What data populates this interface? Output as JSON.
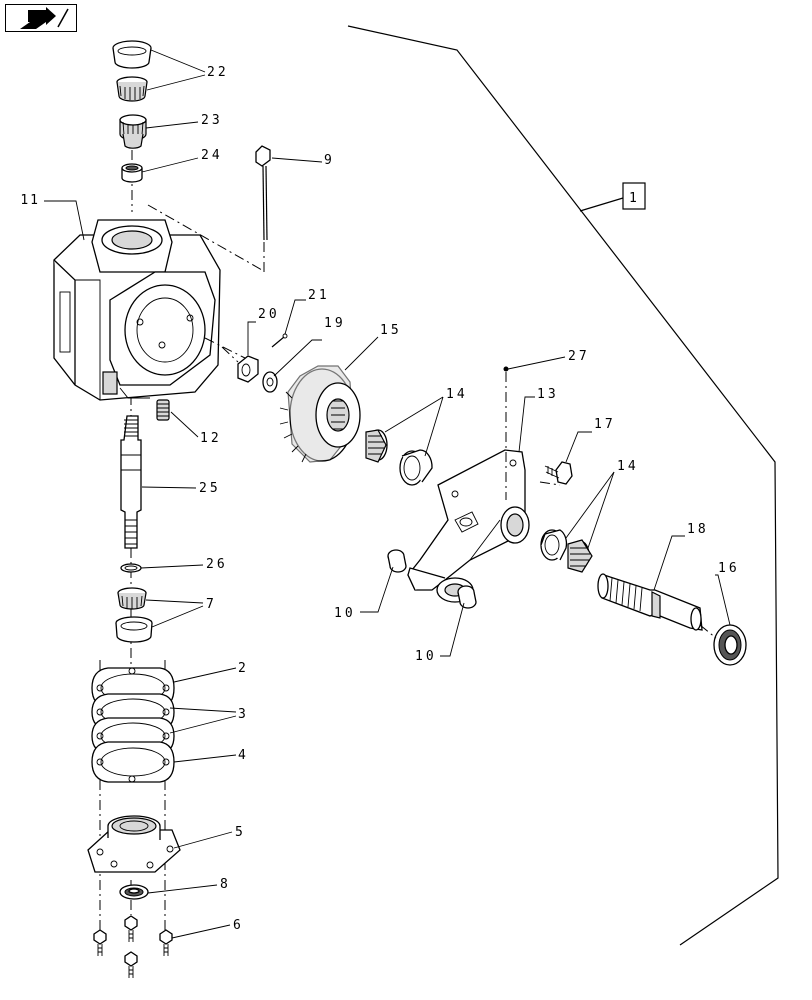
{
  "nav": {
    "icon": "back-page-arrow-icon"
  },
  "assembly_ref": "1",
  "callouts": {
    "c2": "2",
    "c3": "3",
    "c4": "4",
    "c5": "5",
    "c6": "6",
    "c7": "7",
    "c8": "8",
    "c9": "9",
    "c10a": "10",
    "c10b": "10",
    "c11": "11",
    "c12": "12",
    "c13": "13",
    "c14a": "14",
    "c14b": "14",
    "c15": "15",
    "c16": "16",
    "c17": "17",
    "c18": "18",
    "c19": "19",
    "c20": "20",
    "c21": "21",
    "c22": "22",
    "c23": "23",
    "c24": "24",
    "c25": "25",
    "c26": "26",
    "c27": "27"
  }
}
